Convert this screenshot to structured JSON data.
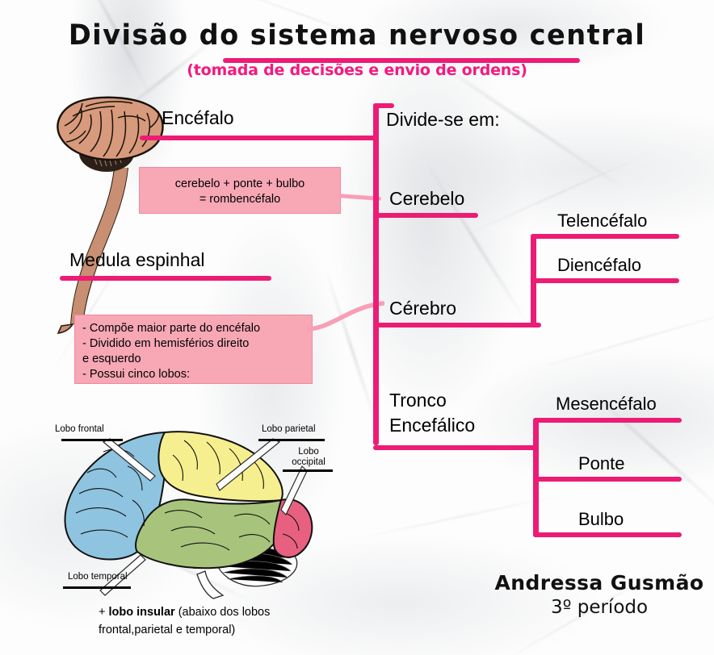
{
  "header": {
    "title": "Divisão do sistema nervoso central",
    "subtitle": "(tomada de decisões e envio de ordens)",
    "accent_color": "#ec1c75",
    "title_underline_color": "#ec1c75"
  },
  "left_column": {
    "encefalo_label": "Encéfalo",
    "medula_label": "Medula espinhal",
    "brain_illustration_name": "brain-with-spinal-cord-illustration"
  },
  "notes": [
    {
      "id": "rombencefalo",
      "lines": [
        "cerebelo + ponte + bulbo",
        "= rombencéfalo"
      ],
      "fill": "#f7a8b4"
    },
    {
      "id": "cerebro-facts",
      "lines": [
        "- Compõe maior parte do encéfalo",
        "- Dividido em hemisférios direito",
        "e esquerdo",
        "- Possui cinco lobos:"
      ],
      "fill": "#f7a8b4"
    }
  ],
  "tree": {
    "root_label": "Divide-se em:",
    "branches": [
      {
        "label": "Cerebelo",
        "children": []
      },
      {
        "label": "Cérebro",
        "children": [
          {
            "label": "Telencéfalo"
          },
          {
            "label": "Diencéfalo"
          }
        ]
      },
      {
        "label_line1": "Tronco",
        "label_line2": "Encefálico",
        "children": [
          {
            "label": "Mesencéfalo"
          },
          {
            "label": "Ponte"
          },
          {
            "label": "Bulbo"
          }
        ]
      }
    ]
  },
  "lobe_diagram": {
    "labels": [
      {
        "id": "frontal",
        "text": "Lobo frontal"
      },
      {
        "id": "parietal",
        "text": "Lobo parietal"
      },
      {
        "id": "occipital_line1",
        "text": "Lobo",
        "line2": "occipital"
      },
      {
        "id": "temporal",
        "text": "Lobo temporal"
      }
    ],
    "colors": {
      "frontal": "#8ec4e0",
      "parietal": "#f6ef8f",
      "temporal": "#a8c47c",
      "occipital": "#e8607f"
    }
  },
  "caption": {
    "prefix": "+ ",
    "bold": "lobo insular",
    "rest": " (abaixo dos lobos frontal,parietal e temporal)"
  },
  "signature": {
    "name": "Andressa Gusmão",
    "term": "3º período"
  }
}
